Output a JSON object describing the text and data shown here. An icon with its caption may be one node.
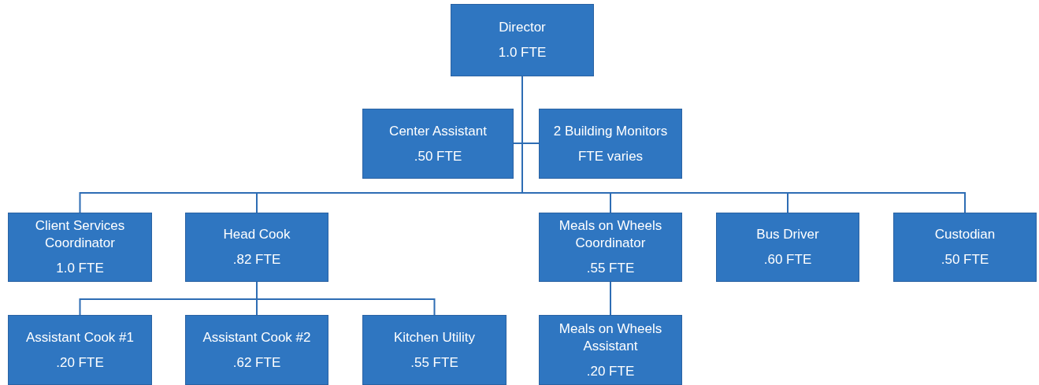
{
  "diagram": {
    "nodes": [
      {
        "text": [
          "Director",
          "1.0 FTE"
        ]
      },
      {
        "text": [
          "Center Assistant",
          ".50 FTE"
        ]
      },
      {
        "text": [
          "2 Building Monitors",
          "FTE varies"
        ]
      },
      {
        "text": [
          "Client Services Coordinator",
          "1.0 FTE"
        ]
      },
      {
        "text": [
          "Head Cook",
          ".82 FTE"
        ]
      },
      {
        "text": [
          "Meals on Wheels Coordinator",
          ".55 FTE"
        ]
      },
      {
        "text": [
          "Bus Driver",
          ".60 FTE"
        ]
      },
      {
        "text": [
          "Custodian",
          ".50 FTE"
        ]
      },
      {
        "text": [
          "Assistant Cook #1",
          ".20 FTE"
        ]
      },
      {
        "text": [
          "Assistant Cook #2",
          ".62 FTE"
        ]
      },
      {
        "text": [
          "Kitchen Utility",
          ".55 FTE"
        ]
      },
      {
        "text": [
          "Meals on Wheels Assistant",
          ".20 FTE"
        ]
      }
    ],
    "edges": [
      {
        "from": 0,
        "to": 1,
        "arrow": "none"
      },
      {
        "from": 0,
        "to": 2,
        "arrow": "none"
      },
      {
        "from": 0,
        "to": 3,
        "arrow": "none"
      },
      {
        "from": 0,
        "to": 4,
        "arrow": "none"
      },
      {
        "from": 0,
        "to": 5,
        "arrow": "none"
      },
      {
        "from": 0,
        "to": 6,
        "arrow": "none"
      },
      {
        "from": 0,
        "to": 7,
        "arrow": "none"
      },
      {
        "from": 4,
        "to": 8,
        "arrow": "none"
      },
      {
        "from": 4,
        "to": 9,
        "arrow": "none"
      },
      {
        "from": 4,
        "to": 10,
        "arrow": "none"
      },
      {
        "from": 5,
        "to": 11,
        "arrow": "none"
      }
    ]
  }
}
